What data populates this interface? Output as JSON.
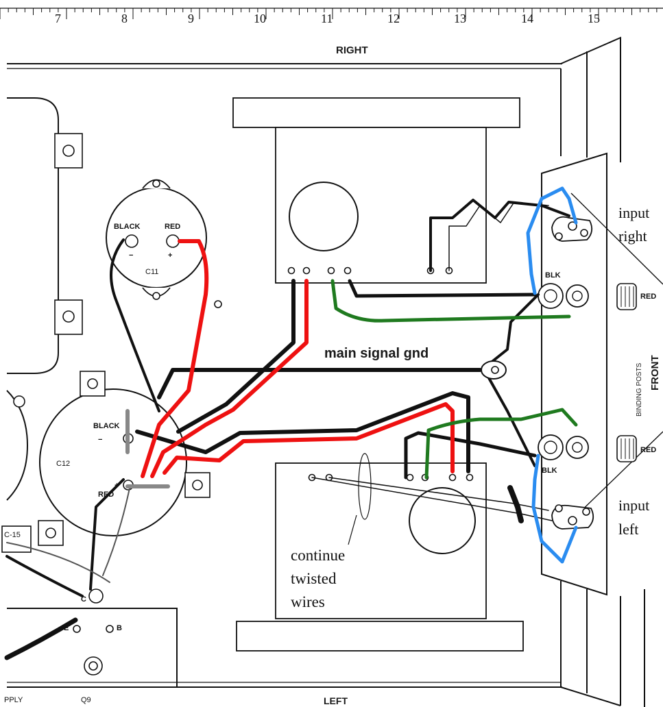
{
  "ruler": {
    "numbers": [
      "7",
      "8",
      "9",
      "10",
      "11",
      "12",
      "13",
      "14",
      "15"
    ]
  },
  "labels": {
    "right": "RIGHT",
    "left": "LEFT",
    "front": "FRONT",
    "binding_posts": "BINDING   POSTS",
    "main_signal_gnd": "main signal gnd",
    "input_right_line1": "input",
    "input_right_line2": "right",
    "input_left_line1": "input",
    "input_left_line2": "left",
    "continue_line1": "continue",
    "continue_line2": "twisted",
    "continue_line3": "wires",
    "c11": "C11",
    "c11_black": "BLACK",
    "c11_red": "RED",
    "c11_minus": "−",
    "c11_plus": "+",
    "c12": "C12",
    "c12_black": "BLACK",
    "c12_red": "RED",
    "c12_minus": "−",
    "c12_plus": "+",
    "blk_top": "BLK",
    "blk_bottom": "BLK",
    "red_top": "RED",
    "red_bottom": "RED",
    "c15": "C-15",
    "supply": "PPLY",
    "q9": "Q9",
    "e": "E",
    "b": "B",
    "c": "C"
  },
  "colors": {
    "black_wire": "#111111",
    "red_wire": "#ee1111",
    "green_wire": "#1f7a1f",
    "blue_wire": "#2a8cf0"
  }
}
